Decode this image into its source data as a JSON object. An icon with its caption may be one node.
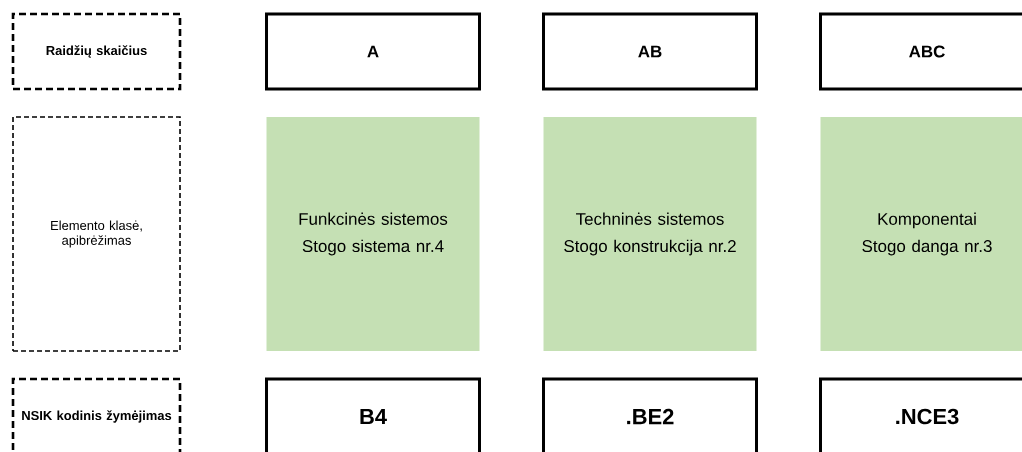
{
  "diagram": {
    "nodes": [
      {
        "text": [
          "Raidžių skaičius"
        ]
      },
      {
        "text": [
          "A"
        ]
      },
      {
        "text": [
          "AB"
        ]
      },
      {
        "text": [
          "ABC"
        ]
      },
      {
        "text": [
          "Elemento klasė, apibrėžimas"
        ]
      },
      {
        "text": [
          "Funkcinės sistemos",
          "Stogo sistema nr.4"
        ]
      },
      {
        "text": [
          "Techninės sistemos",
          "Stogo konstrukcija nr.2"
        ]
      },
      {
        "text": [
          "Komponentai",
          "Stogo danga nr.3"
        ]
      },
      {
        "text": [
          "NSIK kodinis žymėjimas"
        ]
      },
      {
        "text": [
          "B4"
        ]
      },
      {
        "text": [
          ".BE2"
        ]
      },
      {
        "text": [
          ".NCE3"
        ]
      }
    ]
  }
}
